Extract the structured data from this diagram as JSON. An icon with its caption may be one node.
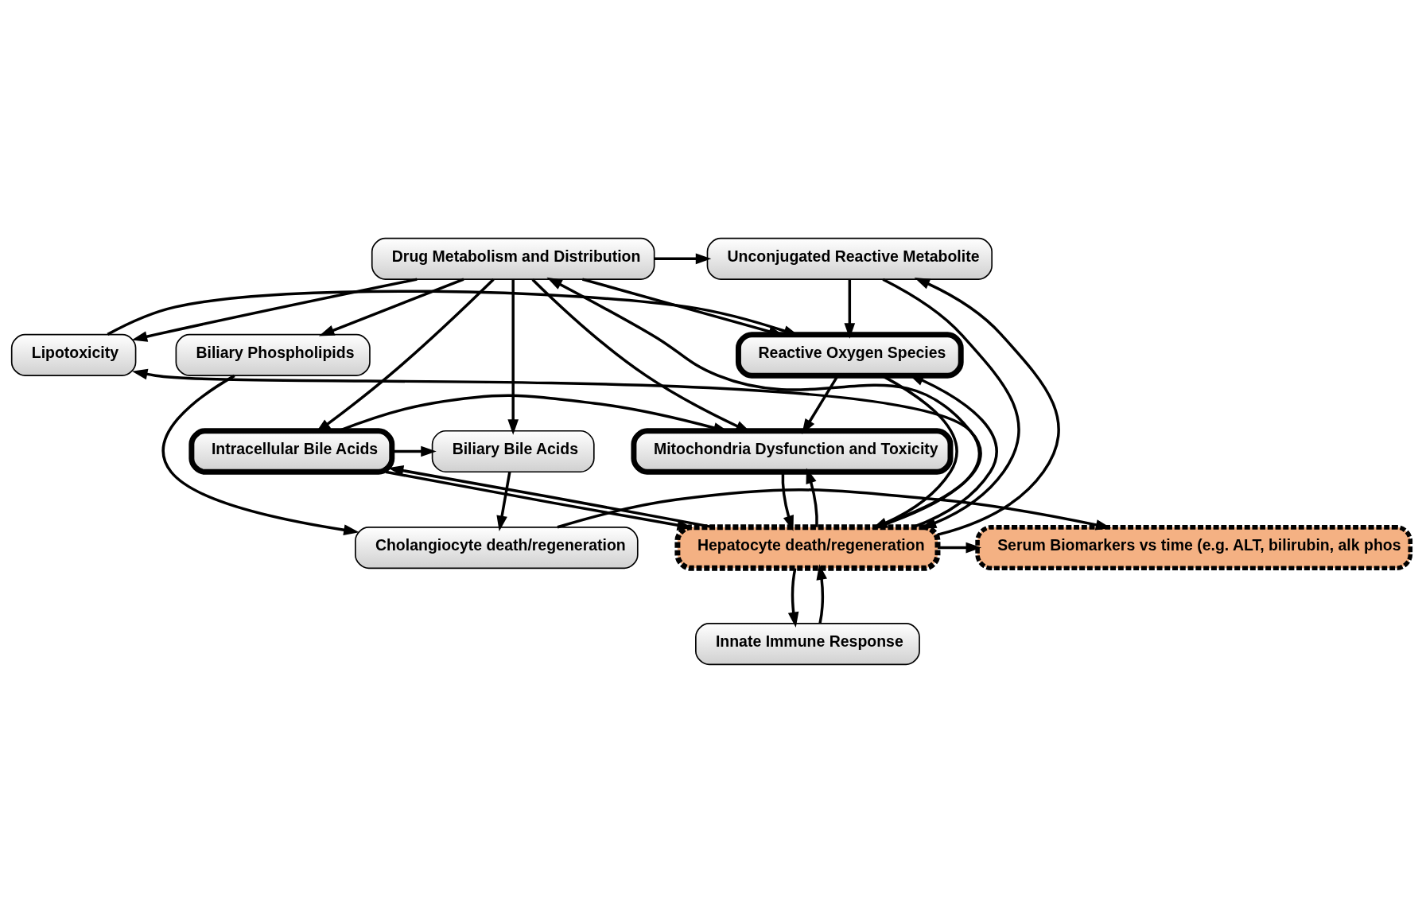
{
  "diagram": {
    "nodes": [
      {
        "text": [
          "Drug Metabolism and Distribution"
        ]
      },
      {
        "text": [
          "Unconjugated Reactive Metabolite"
        ]
      },
      {
        "text": [
          "Biliary Phospholipids"
        ]
      },
      {
        "text": [
          "Lipotoxicity"
        ]
      },
      {
        "text": [
          "Reactive Oxygen Species"
        ]
      },
      {
        "text": [
          "Biliary Bile Acids"
        ]
      },
      {
        "text": [
          "Intracellular Bile Acids"
        ]
      },
      {
        "text": [
          "Mitochondria Dysfunction and Toxicity"
        ]
      },
      {
        "text": [
          "Cholangiocyte death/regeneration"
        ]
      },
      {
        "text": [
          "Serum Biomarkers vs time (e.g. ALT, bilirubin, alk phos"
        ]
      },
      {
        "text": [
          "Hepatocyte death/regeneration"
        ]
      },
      {
        "text": [
          "Innate Immune Response"
        ]
      }
    ],
    "edges": [
      {
        "from": 0,
        "to": 2,
        "arrow": "to"
      },
      {
        "from": 0,
        "to": 5,
        "arrow": "to"
      },
      {
        "from": 0,
        "to": 6,
        "arrow": "to"
      },
      {
        "from": 0,
        "to": 3,
        "arrow": "to"
      },
      {
        "from": 0,
        "to": 1,
        "arrow": "to"
      },
      {
        "from": 0,
        "to": 4,
        "arrow": "to"
      },
      {
        "from": 0,
        "to": 7,
        "arrow": "to"
      },
      {
        "from": 1,
        "to": 4,
        "arrow": "to"
      },
      {
        "from": 3,
        "to": 4,
        "arrow": "to"
      },
      {
        "from": 4,
        "to": 7,
        "arrow": "to"
      },
      {
        "from": 6,
        "to": 5,
        "arrow": "to"
      },
      {
        "from": 6,
        "to": 7,
        "arrow": "to"
      },
      {
        "from": 6,
        "to": 10,
        "arrow": "to"
      },
      {
        "from": 7,
        "to": 10,
        "arrow": "to"
      },
      {
        "from": 2,
        "to": 8,
        "arrow": "to"
      },
      {
        "from": 5,
        "to": 8,
        "arrow": "to"
      },
      {
        "from": 8,
        "to": 9,
        "arrow": "to"
      },
      {
        "from": 10,
        "to": 9,
        "arrow": "to"
      },
      {
        "from": 10,
        "to": 0,
        "arrow": "to"
      },
      {
        "from": 10,
        "to": 3,
        "arrow": "to"
      },
      {
        "from": 10,
        "to": 6,
        "arrow": "to"
      },
      {
        "from": 10,
        "to": 7,
        "arrow": "to"
      },
      {
        "from": 4,
        "to": 10,
        "arrow": "to"
      },
      {
        "from": 10,
        "to": 4,
        "arrow": "to"
      },
      {
        "from": 10,
        "to": 1,
        "arrow": "to"
      },
      {
        "from": 1,
        "to": 10,
        "arrow": "to"
      },
      {
        "from": 10,
        "to": 11,
        "arrow": "to"
      },
      {
        "from": 11,
        "to": 10,
        "arrow": "to"
      }
    ]
  }
}
